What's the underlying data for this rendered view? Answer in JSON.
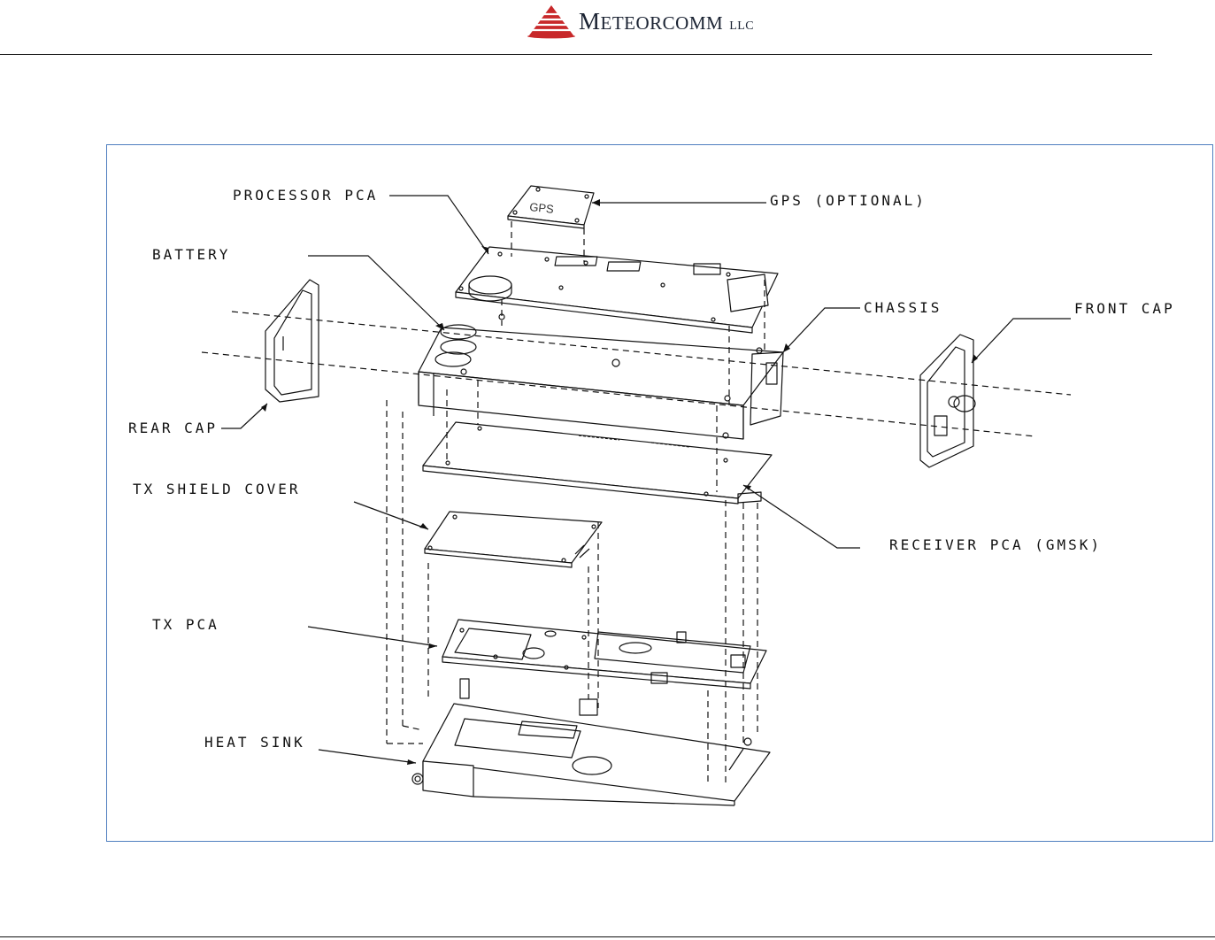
{
  "header": {
    "logo": {
      "name": "Meteorcomm LLC logo",
      "text_big_initial": "M",
      "text_rest": "ETEORCOMM",
      "suffix": "LLC",
      "brand_color": "#c8282a",
      "text_color": "#1b2333"
    },
    "rule_color": "#111111"
  },
  "figure": {
    "frame_color": "#4f7fbf",
    "labels": {
      "processor_pca": "PROCESSOR PCA",
      "gps": "GPS (OPTIONAL)",
      "battery": "BATTERY",
      "chassis": "CHASSIS",
      "front_cap": "FRONT CAP",
      "rear_cap": "REAR CAP",
      "tx_shield_cover": "TX SHIELD COVER",
      "receiver_pca": "RECEIVER PCA (GMSK)",
      "tx_pca": "TX PCA",
      "heat_sink": "HEAT SINK"
    },
    "gps_board_text": "GPS"
  }
}
